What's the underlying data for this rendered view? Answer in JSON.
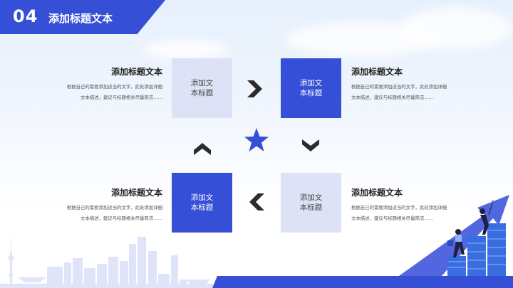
{
  "header": {
    "number": "04",
    "title": "添加标题文本"
  },
  "boxes": {
    "top_left": {
      "label": "添加文本标题",
      "style": "light"
    },
    "top_right": {
      "label": "添加文本标题",
      "style": "dark"
    },
    "bottom_left": {
      "label": "添加文本标题",
      "style": "dark"
    },
    "bottom_right": {
      "label": "添加文本标题",
      "style": "light"
    }
  },
  "blocks": {
    "top_left": {
      "title": "添加标题文本",
      "line1": "根据自己的需要添加适当的文字，此处添加详细",
      "line2": "文本描述，建议与标题相关尽量简洁……"
    },
    "top_right": {
      "title": "添加标题文本",
      "line1": "根据自己的需要添加适当的文字，此处添加详细",
      "line2": "文本描述，建议与标题相关尽量简洁……"
    },
    "bottom_left": {
      "title": "添加标题文本",
      "line1": "根据自己的需要添加适当的文字，此处添加详细",
      "line2": "文本描述，建议与标题相关尽量简洁……"
    },
    "bottom_right": {
      "title": "添加标题文本",
      "line1": "根据自己的需要添加适当的文字，此处添加详细",
      "line2": "文本描述，建议与标题相关尽量简洁……"
    }
  },
  "colors": {
    "accent": "#3550d6",
    "light_box": "#dde2f6",
    "arrow": "#2b2b2b"
  },
  "icons": [
    "chevron-right-icon",
    "chevron-down-icon",
    "chevron-left-icon",
    "chevron-up-icon",
    "star-icon"
  ]
}
